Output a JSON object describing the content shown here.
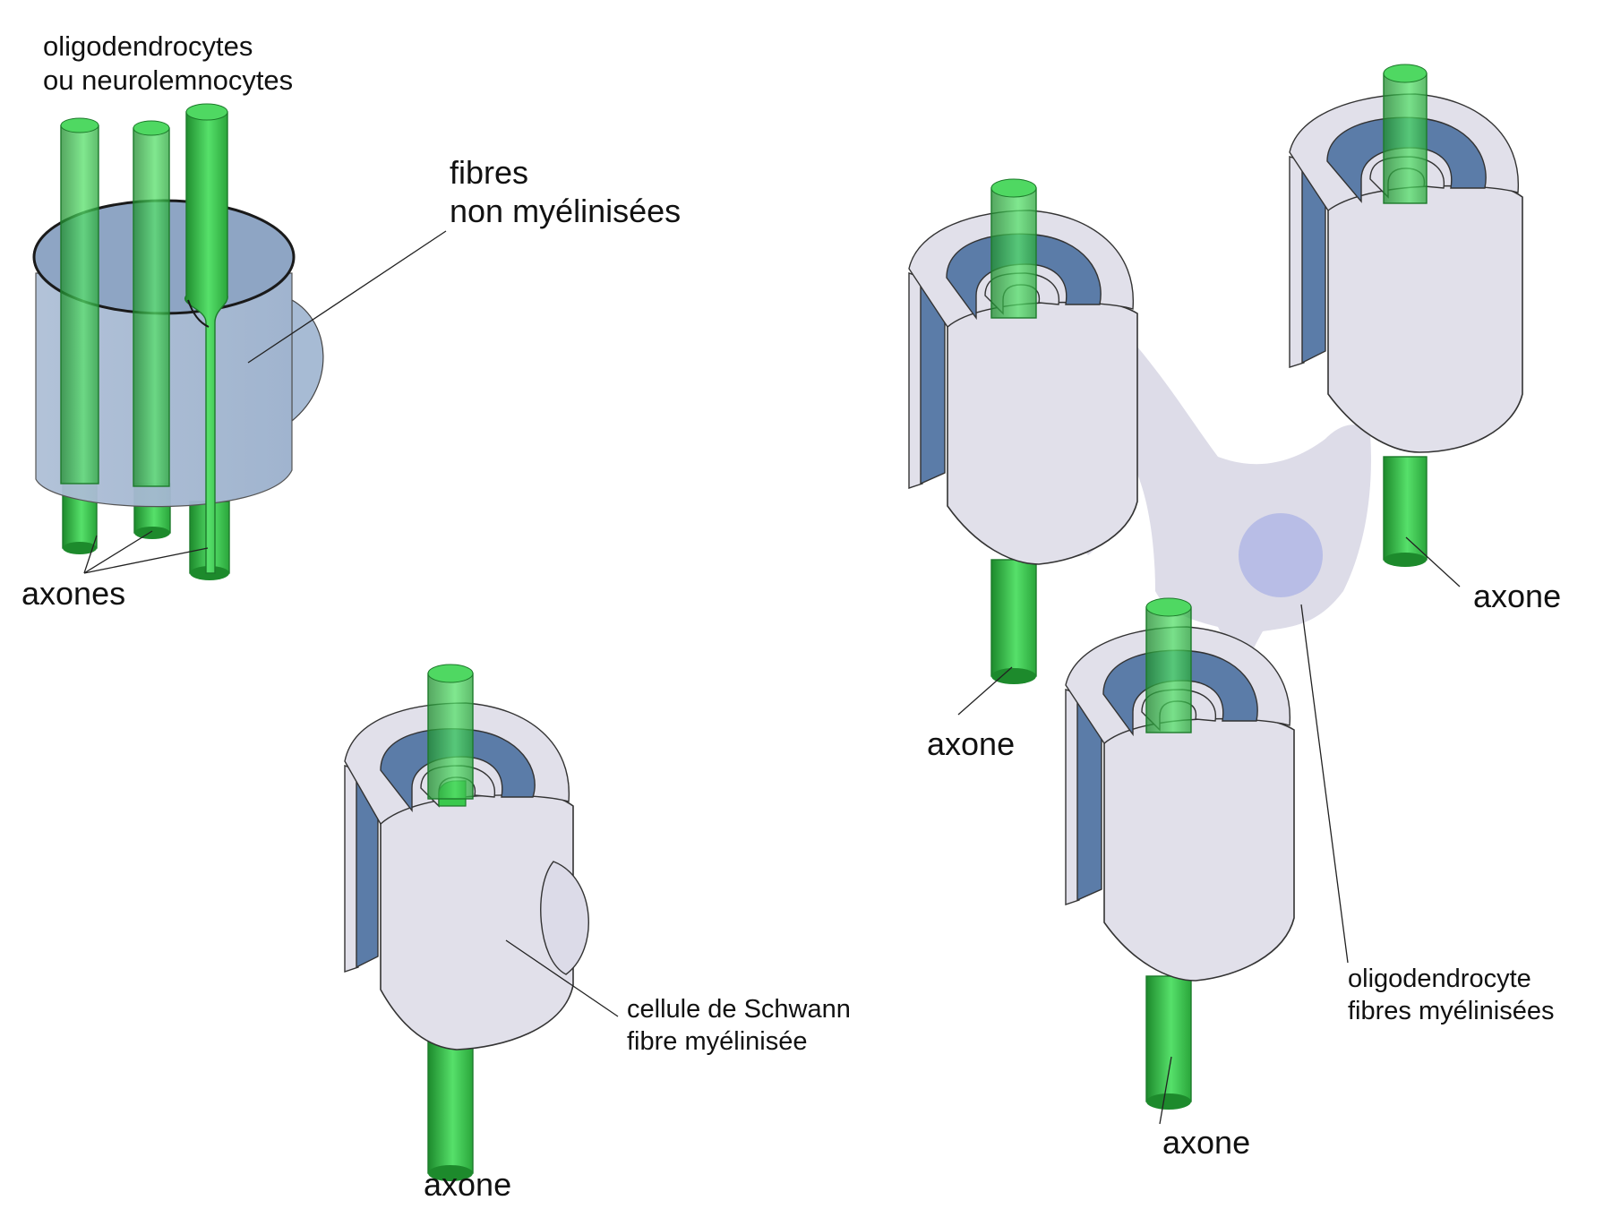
{
  "labels": {
    "oligo_line1": "oligodendrocytes",
    "oligo_line2": "ou neurolemnocytes",
    "fibres_line1": "fibres",
    "fibres_line2": "non myélinisées",
    "axones": "axones",
    "schwann_line1": "cellule de Schwann",
    "schwann_line2": "fibre myélinisée",
    "axone_schwann": "axone",
    "axone_left": "axone",
    "axone_right": "axone",
    "axone_bottom": "axone",
    "oligocyte_line1": "oligodendrocyte",
    "oligocyte_line2": "fibres myélinisées"
  },
  "colors": {
    "axon_green": "#3ccd4f",
    "axon_dark": "#1d8a2c",
    "myelin_dark": "#5b7ca8",
    "sheath_light": "#e1e0ea",
    "unmyelinated_cell": "#9fb4cf",
    "nucleus": "#b8bde6"
  }
}
